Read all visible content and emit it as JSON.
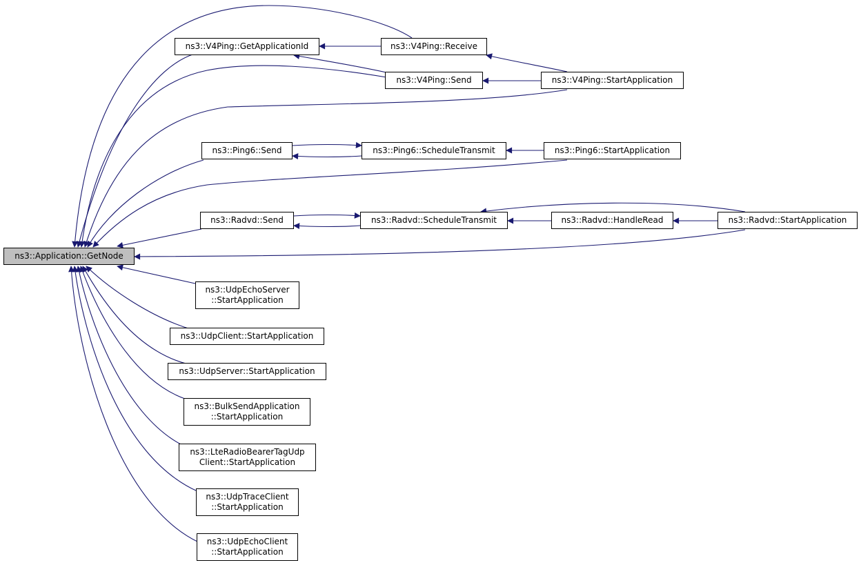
{
  "diagram": {
    "colors": {
      "edge": "#191970",
      "root_fill": "#bfbfbf",
      "node_fill": "#ffffff",
      "border": "#000000"
    },
    "root": {
      "id": "getnode",
      "lines": [
        "ns3::Application::GetNode"
      ]
    },
    "nodes": [
      {
        "id": "v4_getappid",
        "lines": [
          "ns3::V4Ping::GetApplicationId"
        ]
      },
      {
        "id": "v4_receive",
        "lines": [
          "ns3::V4Ping::Receive"
        ]
      },
      {
        "id": "v4_send",
        "lines": [
          "ns3::V4Ping::Send"
        ]
      },
      {
        "id": "v4_start",
        "lines": [
          "ns3::V4Ping::StartApplication"
        ]
      },
      {
        "id": "ping6_send",
        "lines": [
          "ns3::Ping6::Send"
        ]
      },
      {
        "id": "ping6_sched",
        "lines": [
          "ns3::Ping6::ScheduleTransmit"
        ]
      },
      {
        "id": "ping6_start",
        "lines": [
          "ns3::Ping6::StartApplication"
        ]
      },
      {
        "id": "radvd_send",
        "lines": [
          "ns3::Radvd::Send"
        ]
      },
      {
        "id": "radvd_sched",
        "lines": [
          "ns3::Radvd::ScheduleTransmit"
        ]
      },
      {
        "id": "radvd_read",
        "lines": [
          "ns3::Radvd::HandleRead"
        ]
      },
      {
        "id": "radvd_start",
        "lines": [
          "ns3::Radvd::StartApplication"
        ]
      },
      {
        "id": "udpecho_server",
        "lines": [
          "ns3::UdpEchoServer",
          "::StartApplication"
        ]
      },
      {
        "id": "udpclient",
        "lines": [
          "ns3::UdpClient::StartApplication"
        ]
      },
      {
        "id": "udpserver",
        "lines": [
          "ns3::UdpServer::StartApplication"
        ]
      },
      {
        "id": "bulksend",
        "lines": [
          "ns3::BulkSendApplication",
          "::StartApplication"
        ]
      },
      {
        "id": "lte",
        "lines": [
          "ns3::LteRadioBearerTagUdp",
          "Client::StartApplication"
        ]
      },
      {
        "id": "udptrace",
        "lines": [
          "ns3::UdpTraceClient",
          "::StartApplication"
        ]
      },
      {
        "id": "udpecho_client",
        "lines": [
          "ns3::UdpEchoClient",
          "::StartApplication"
        ]
      }
    ],
    "edges": [
      {
        "from": "v4_receive",
        "to": "getnode"
      },
      {
        "from": "v4_getappid",
        "to": "getnode"
      },
      {
        "from": "v4_send",
        "to": "getnode"
      },
      {
        "from": "v4_start",
        "to": "getnode"
      },
      {
        "from": "ping6_send",
        "to": "getnode"
      },
      {
        "from": "ping6_start",
        "to": "getnode"
      },
      {
        "from": "radvd_send",
        "to": "getnode"
      },
      {
        "from": "radvd_start",
        "to": "getnode"
      },
      {
        "from": "udpecho_server",
        "to": "getnode"
      },
      {
        "from": "udpclient",
        "to": "getnode"
      },
      {
        "from": "udpserver",
        "to": "getnode"
      },
      {
        "from": "bulksend",
        "to": "getnode"
      },
      {
        "from": "lte",
        "to": "getnode"
      },
      {
        "from": "udptrace",
        "to": "getnode"
      },
      {
        "from": "udpecho_client",
        "to": "getnode"
      },
      {
        "from": "v4_receive",
        "to": "v4_getappid"
      },
      {
        "from": "v4_send",
        "to": "v4_getappid"
      },
      {
        "from": "v4_start",
        "to": "v4_receive"
      },
      {
        "from": "v4_start",
        "to": "v4_send"
      },
      {
        "from": "ping6_send",
        "to": "ping6_sched"
      },
      {
        "from": "ping6_sched",
        "to": "ping6_send"
      },
      {
        "from": "ping6_start",
        "to": "ping6_sched"
      },
      {
        "from": "radvd_send",
        "to": "radvd_sched"
      },
      {
        "from": "radvd_sched",
        "to": "radvd_send"
      },
      {
        "from": "radvd_read",
        "to": "radvd_sched"
      },
      {
        "from": "radvd_start",
        "to": "radvd_sched"
      },
      {
        "from": "radvd_start",
        "to": "radvd_read"
      }
    ]
  }
}
